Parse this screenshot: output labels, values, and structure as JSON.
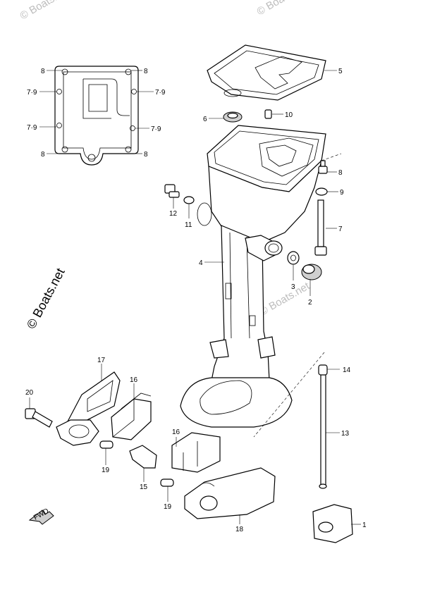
{
  "watermark": {
    "top_left": "© Boats.net",
    "top_right": "© Boats.net",
    "middle": "© Boats.net",
    "side": "© Boats.net"
  },
  "fwd_arrow": "FWD",
  "callouts": [
    {
      "id": "c8a",
      "text": "8"
    },
    {
      "id": "c8b",
      "text": "8"
    },
    {
      "id": "c79a",
      "text": "7·9"
    },
    {
      "id": "c79b",
      "text": "7·9"
    },
    {
      "id": "c79c",
      "text": "7·9"
    },
    {
      "id": "c79d",
      "text": "7·9"
    },
    {
      "id": "c8c",
      "text": "8"
    },
    {
      "id": "c8d",
      "text": "8"
    },
    {
      "id": "c5",
      "text": "5"
    },
    {
      "id": "c6",
      "text": "6"
    },
    {
      "id": "c10",
      "text": "10"
    },
    {
      "id": "c8e",
      "text": "8"
    },
    {
      "id": "c9",
      "text": "9"
    },
    {
      "id": "c12",
      "text": "12"
    },
    {
      "id": "c11",
      "text": "11"
    },
    {
      "id": "c7",
      "text": "7"
    },
    {
      "id": "c4",
      "text": "4"
    },
    {
      "id": "c3",
      "text": "3"
    },
    {
      "id": "c2",
      "text": "2"
    },
    {
      "id": "c17",
      "text": "17"
    },
    {
      "id": "c16a",
      "text": "16"
    },
    {
      "id": "c14",
      "text": "14"
    },
    {
      "id": "c20",
      "text": "20"
    },
    {
      "id": "c16b",
      "text": "16"
    },
    {
      "id": "c13",
      "text": "13"
    },
    {
      "id": "c19a",
      "text": "19"
    },
    {
      "id": "c15",
      "text": "15"
    },
    {
      "id": "c19b",
      "text": "19"
    },
    {
      "id": "c18",
      "text": "18"
    },
    {
      "id": "c1",
      "text": "1"
    }
  ]
}
